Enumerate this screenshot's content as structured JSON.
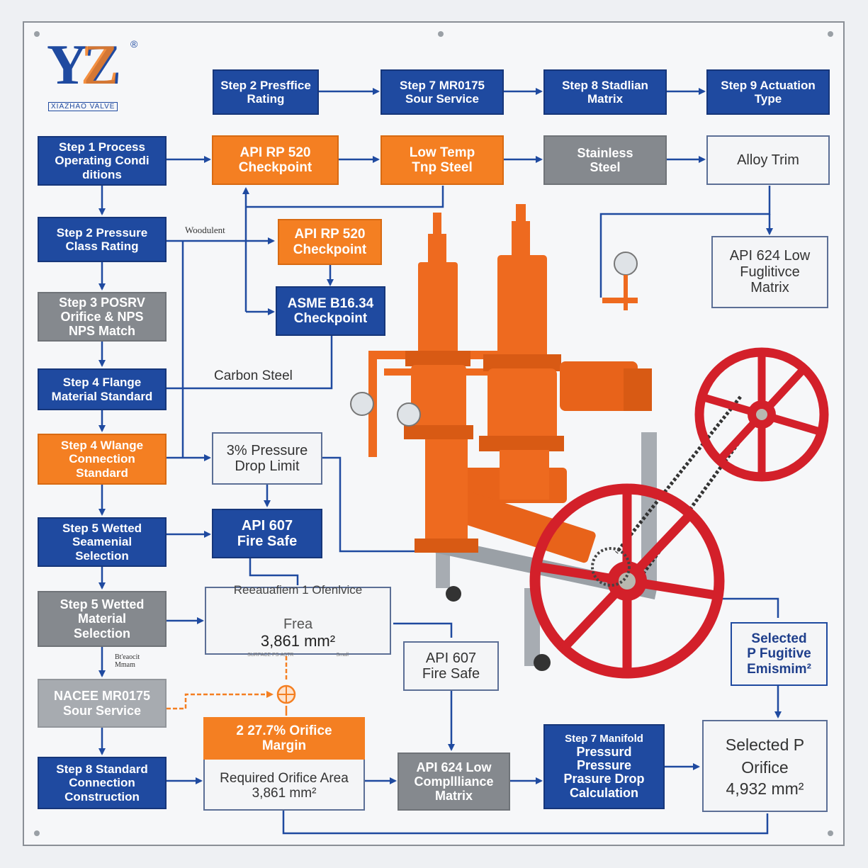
{
  "brand": {
    "logo_letters": "YZ",
    "registered_mark": "®",
    "name": "XIAZHAO VALVE"
  },
  "top_row": {
    "pressure_rating": "Step 2 Presffice\nRating",
    "sour_service": "Step 7 MR0175\nSour Service",
    "stadlian_matrix": "Step 8 Stadlian\nMatrix",
    "actuation_type": "Step 9 Actuation\nType"
  },
  "row2": {
    "api_rp520_top": "API RP 520\nCheckpoint",
    "low_temp_steel": "Low Temp\nTnp Steel",
    "stainless_steel": "Stainless\nSteel",
    "alloy_trim": "Alloy Trim"
  },
  "left_column": {
    "step1": "Step 1 Process\nOperating Condi\nditions",
    "step2": "Step 2 Pressure\nClass Rating",
    "step3": "Step 3 POSRV\nOrifice & NPS\nNPS Match",
    "step4a": "Step 4 Flange\nMaterial Standard",
    "step4b": "Step 4 Wlange\nConnection\nStandard",
    "step5a": "Step 5 Wetted\nSeamenial\nSelection",
    "step5b": "Step 5 Wetted\nMaterial\nSelection",
    "nace": "NACEE MR0175\nSour Service",
    "step8": "Step 8 Standard\nConnection\nConstruction"
  },
  "middle": {
    "api_rp520_mid": "API RP 520\nCheckpoint",
    "asme_b1634": "ASME B16.34\nCheckpoint",
    "pressure_drop_limit": "3% Pressure\nDrop Limit",
    "api607_fire_safe_blue": "API 607\nFire Safe",
    "api607_fire_safe_white": "API 607\nFire Safe",
    "api624_low_fugitive": "API 624 Low\nFuglitivce\nMatrix",
    "api624_compliance": "API 624 Low\nCompllliance\nMatrix",
    "manifold_title": "Step 7 Manifold",
    "manifold_body": "Pressurd\nPressure\nPrasure Drop\nCalculation"
  },
  "required_area_panel": {
    "line1": "Reeauafiem 1 Ofenlvice",
    "line2_prefix": "Frea",
    "line2_value": "3,861 mm²",
    "fine_print_left": "SURFACE PS·ASTR",
    "fine_print_right": "Small"
  },
  "orifice_margin": {
    "header": "2  27.7% Orifice\nMargin",
    "body": "Required Orifice Area\n3,861 mm²"
  },
  "selected": {
    "fugitive": "Selected\nP Fugitive\nEmismim²",
    "orifice_title": "Selected P\nOrifice",
    "orifice_value": "4,932 mm²"
  },
  "labels": {
    "woodulent": "Woodulent",
    "carbon_steel": "Carbon Steel",
    "bt_note": "Bt'eaocit\nMmam"
  },
  "colors": {
    "blue": "#1f4aa0",
    "orange": "#f47f22",
    "gray": "#85898e",
    "valve_orange": "#ee6a1f",
    "handwheel_red": "#d3202a"
  }
}
